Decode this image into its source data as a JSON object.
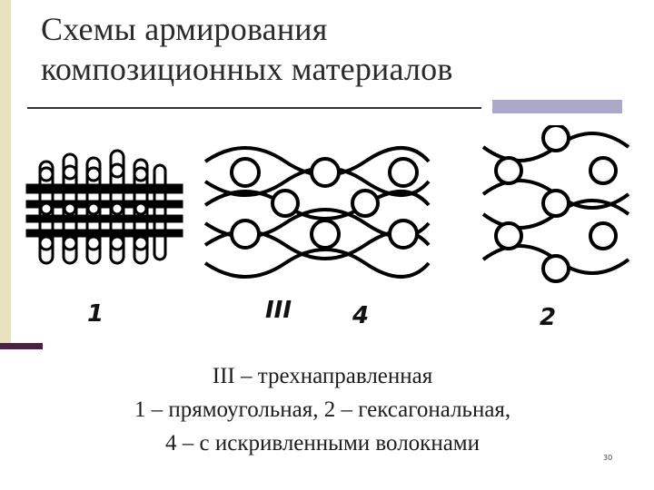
{
  "title": {
    "line1": "Схемы армирования",
    "line2": "композиционных материалов"
  },
  "figure": {
    "labels": {
      "scheme_1": "1",
      "scheme_3": "III",
      "scheme_4": "4",
      "scheme_2": "2"
    }
  },
  "caption": {
    "line1": "III – трехнаправленная",
    "line2": "1 – прямоугольная,  2 – гексагональная,",
    "line3": "4 – с искривленными волокнами"
  },
  "slide_number": "30",
  "colors": {
    "left_bar": "#e8e2bf",
    "accent_dark": "#4a2342",
    "accent_block": "#a9aac9"
  }
}
